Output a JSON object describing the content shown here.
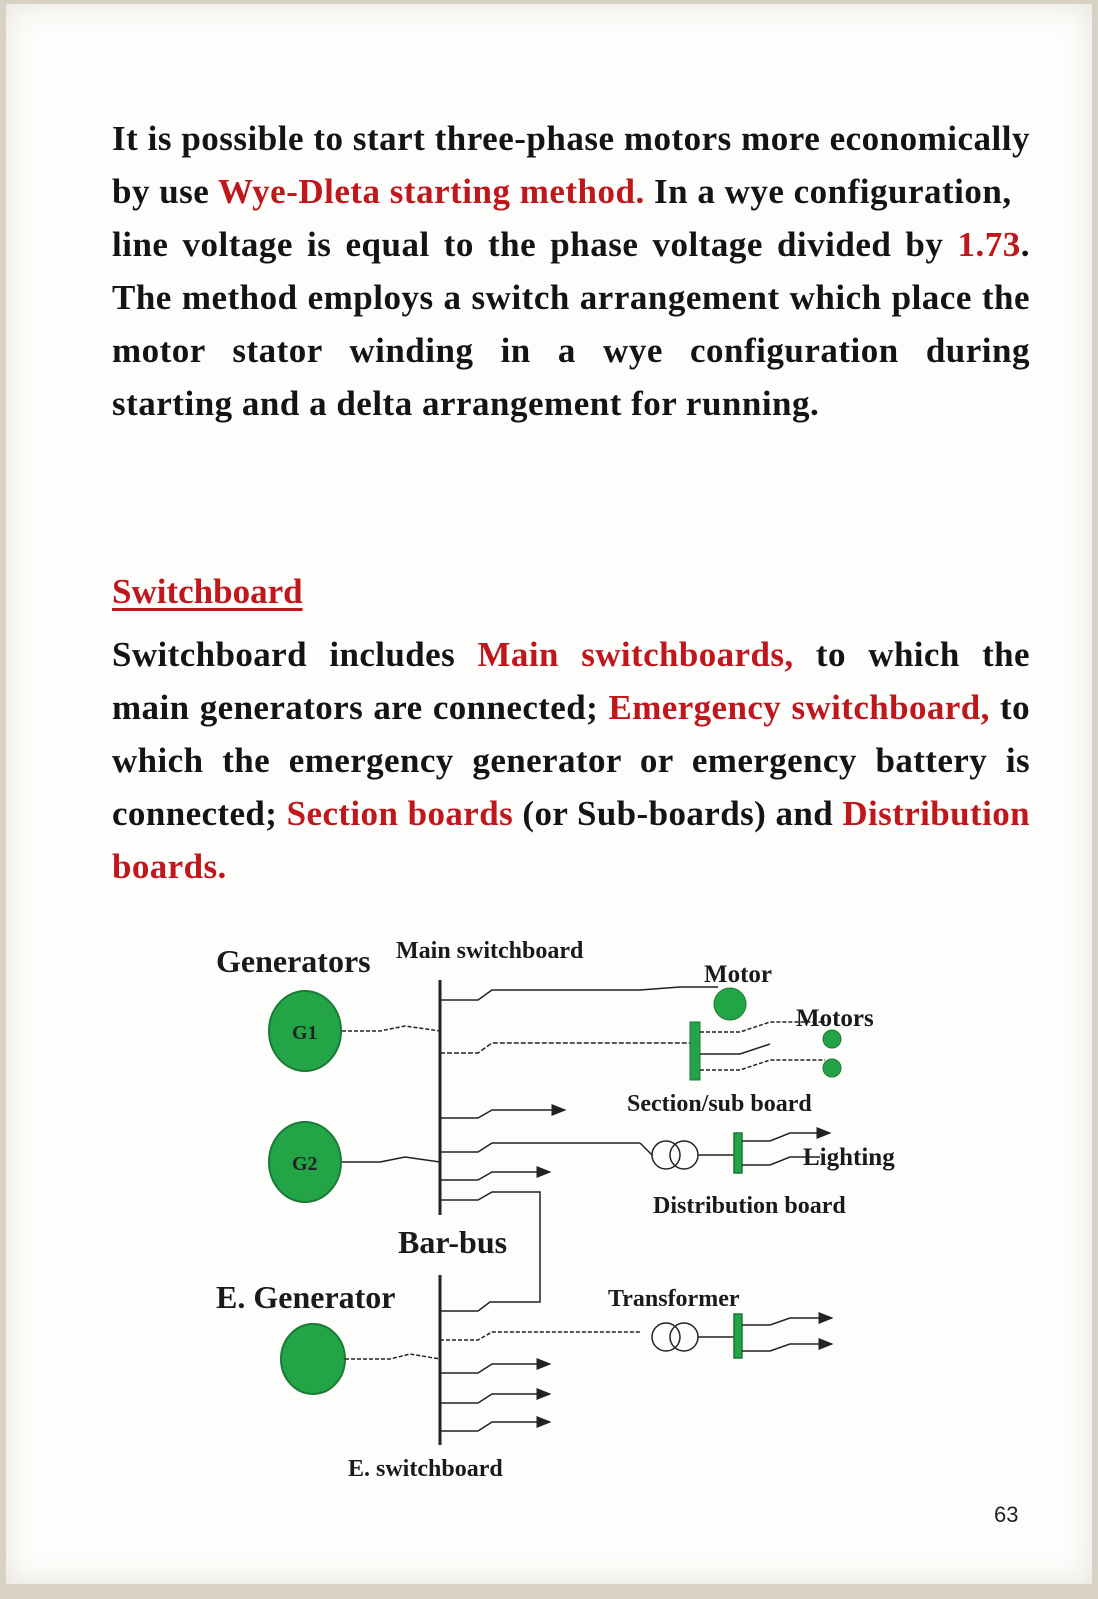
{
  "paragraph1": {
    "lines": [
      {
        "pre": "It is possible to start three-phase motors more economically by use ",
        "red": "Wye-Dleta starting method.",
        "post": " In a wye configuration,"
      },
      {
        "pre": "line voltage is equal to the phase voltage divided by ",
        "red": "1.73",
        "post": ". The method employs a switch arrangement which place the motor stator winding in a wye configuration during starting and a delta arrangement for running."
      }
    ]
  },
  "heading": "Switchboard",
  "paragraph2": {
    "t1": "Switchboard includes ",
    "r1": "Main switchboards,",
    "t2": " to which the main generators are connected; ",
    "r2": "Emergency switchboard,",
    "t3": " to which the emergency generator or emergency battery is connected; ",
    "r3": "Section boards",
    "t4": " (or Sub-boards) and ",
    "r4": "Distribution boards."
  },
  "diagram": {
    "generators_label": "Generators",
    "main_switchboard_label": "Main switchboard",
    "motor_label": "Motor",
    "motors_label": "Motors",
    "g1_label": "G1",
    "g2_label": "G2",
    "section_board_label": "Section/sub board",
    "lighting_label": "Lighting",
    "distribution_board_label": "Distribution board",
    "bar_bus_label": "Bar-bus",
    "e_generator_label": "E. Generator",
    "transformer_label": "Transformer",
    "e_switchboard_label": "E. switchboard",
    "generator_color": "#22a447"
  },
  "page_number": "63"
}
